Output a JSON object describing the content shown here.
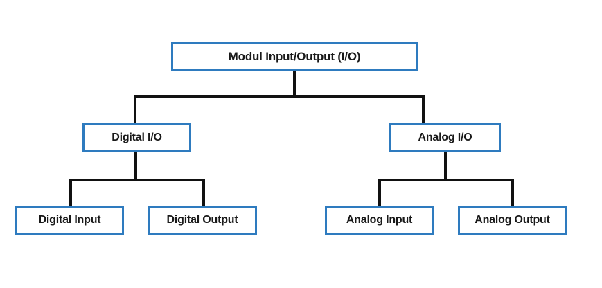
{
  "diagram": {
    "type": "hierarchy-tree",
    "title_node": {
      "label": "Modul Input/Output (I/O)"
    },
    "level2": [
      {
        "label": "Digital I/O"
      },
      {
        "label": "Analog I/O"
      }
    ],
    "level3": [
      {
        "label": "Digital Input"
      },
      {
        "label": "Digital Output"
      },
      {
        "label": "Analog Input"
      },
      {
        "label": "Analog Output"
      }
    ],
    "colors": {
      "node_border": "#2e7bbf",
      "node_fill": "#ffffff",
      "connector": "#111111",
      "text": "#191919",
      "background": "#ffffff"
    }
  }
}
